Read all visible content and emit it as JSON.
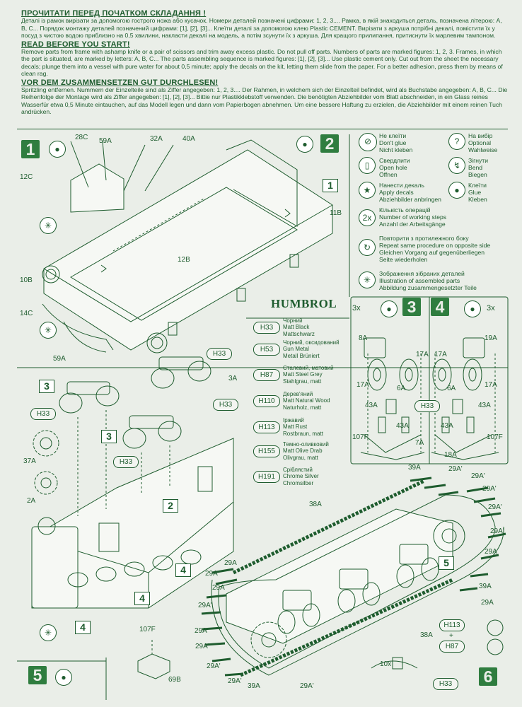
{
  "header": {
    "ua_title": "ПРОЧИТАТИ ПЕРЕД ПОЧАТКОМ СКЛАДАННЯ !",
    "ua_text": "Деталі із рамок вирізати за допомогою гострого ножа або кусачок. Номери деталей позначені цифрами: 1, 2, 3.... Рамка, в якій знаходиться деталь, позначена літерою: А, В, С... Порядок монтажу деталей позначений цифрами: [1], [2], [3]... Клеїти деталі за допомогою клею Plastic CEMENT. Вирізати з аркуша потрібні декалі, помістити їх у посуд з чистою водою приблизно на 0,5 хвилини, накласти декалі на модель, а потім зсунути їх з аркуша. Для кращого прилипання, притиснути їх марлевим тампоном.",
    "en_title": "READ BEFORE YOU START!",
    "en_text": "Remove parts from frame with ashamp knife or a pair of scissors and trim away excess plastic. Do not pull off parts. Numbers of parts are marked figures: 1, 2, 3. Frames, in which the part is situated, are marked by letters: A, B, C... The parts assembling sequence is marked figures: [1], [2], [3]... Use plastic cement only. Cut out from the sheet the necessary decals; plunge them into a vessel with pure water for about 0,5 minute; apply the decals on the kit, letting them slide from the paper. For a better adhesion, press them by means of clean rag.",
    "de_title": "VOR DEM ZUSAMMENSETZEN GUT DURCHLESEN!",
    "de_text": "Spritzling entfernen. Nummern der Einzelteile sind als Ziffer angegeben: 1, 2, 3.... Der Rahmen, in welchem sich der Einzelteil befindet, wird als Buchstabe angegeben: A, B, C... Die Reihenfolge der Montage wird als Ziffer angegeben: [1], [2], [3]... Bittie nur Plastikklebstoff verwenden. Die benötigten Abziehbilder vom Blatt abschneiden, in ein Glass reines Wasserfür etwa 0,5 Minute eintauchen, auf das Modell legen und dann vom Papierbogen abnehmen. Um eine bessere Haftung zu erzielen, die Abziehbilder mit einem reinen Tuch andrücken."
  },
  "steps": {
    "s1": "1",
    "s2": "2",
    "s3": "3",
    "s4": "4",
    "s5": "5",
    "s6": "6"
  },
  "legend": {
    "no_glue": "Не клеїти\nDon't glue\nNicht kleben",
    "drill": "Свердлити\nOpen hole\nÖffnen",
    "decals": "Нанести декаль\nApply decals\nAbziehbilder anbringen",
    "count": "Кількість операцій\nNumber of working steps\nAnzahl der Arbeitsgänge",
    "repeat": "Повторити з протилежного боку\nRepeat same procedure on opposite side\nGleichen Vorgang auf gegenüberliegen\nSeite wiederholen",
    "assembled": "Зображення зібраних деталей\nIllustration of assembled parts\nAbbildung zusammengesetzter Teile",
    "optional": "На вибір\nOptional\nWahlweise",
    "bend": "Зігнути\nBend\nBiegen",
    "glue": "Клеїти\nGlue\nKleben",
    "count_symbol": "2x"
  },
  "humbrol": {
    "title": "HUMBROL",
    "paints": [
      {
        "code": "H33",
        "name": "Чорний\nMatt Black\nMattschwarz"
      },
      {
        "code": "H53",
        "name": "Чорний, оксидований\nGun Metal\nMetall Brüniert"
      },
      {
        "code": "H87",
        "name": "Сталевий, матовий\nMatt Steel Grey\nStahlgrau, matt"
      },
      {
        "code": "H110",
        "name": "Дерев'яний\nMatt Natural Wood\nNaturholz, matt"
      },
      {
        "code": "H113",
        "name": "Іржавий\nMatt Rust\nRostbraun, matt"
      },
      {
        "code": "H155",
        "name": "Темно-оливковий\nMatt Olive Drab\nOlivgrau, matt"
      },
      {
        "code": "H191",
        "name": "Сріблястий\nChrome Silver\nChromsilber"
      }
    ]
  },
  "labels": {
    "p28C": "28C",
    "p59A": "59A",
    "p32A": "32A",
    "p40A": "40A",
    "p12C": "12C",
    "p11B": "11B",
    "p12B": "12B",
    "p10B": "10B",
    "p14C": "14C",
    "p59A_b": "59A",
    "p3A": "3A",
    "p37A": "37A",
    "p2A": "2A",
    "p38A": "38A",
    "p39A": "39A",
    "p39A_b": "39A",
    "p29A": "29A",
    "p29A_p": "29A'",
    "p107F": "107F",
    "p69B": "69B",
    "p8A": "8A",
    "p17A": "17A",
    "p6A": "6A",
    "p43A": "43A",
    "p7A": "7A",
    "p19A": "19A",
    "p18A": "18A",
    "p10x": "10x",
    "p3x": "3x",
    "plus": "+",
    "h33": "H33",
    "h113": "H113",
    "h87": "H87"
  }
}
